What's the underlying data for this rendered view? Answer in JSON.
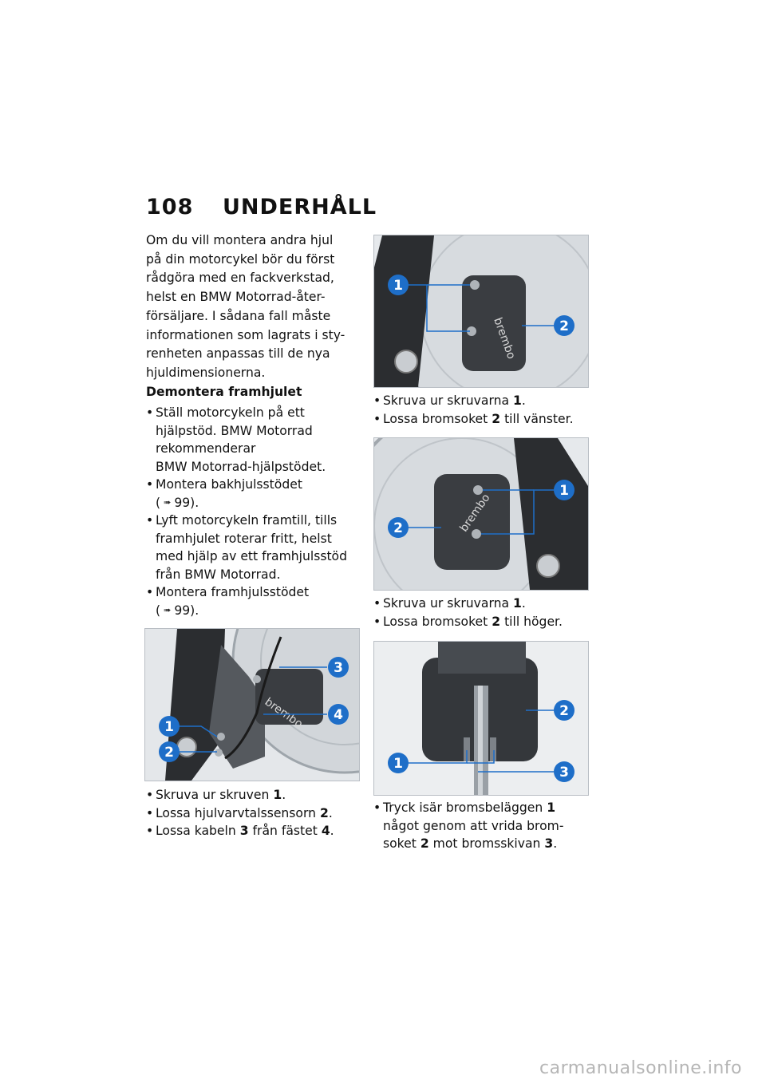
{
  "header": {
    "page_number": "108",
    "title": "UNDERHÅLL"
  },
  "intro": {
    "lines": [
      "Om du vill montera andra hjul",
      "på din motorcykel bör du först",
      "rådgöra med en fackverkstad,",
      "helst en BMW Motorrad-åter-",
      "försäljare. I sådana fall måste",
      "informationen som lagrats i sty-",
      "renheten anpassas till de nya",
      "hjuldimensionerna."
    ]
  },
  "section": {
    "title": "Demontera framhjulet"
  },
  "steps_left": {
    "s1": {
      "lines": [
        "Ställ motorcykeln på ett",
        "hjälpstöd. BMW Motorrad",
        "rekommenderar",
        "BMW Motorrad-hjälpstödet."
      ]
    },
    "s2": {
      "line1": "Montera bakhjulsstödet",
      "open": "(",
      "ref": "99).",
      "arrow": "➠"
    },
    "s3": {
      "lines": [
        "Lyft motorcykeln framtill, tills",
        "framhjulet roterar fritt, helst",
        "med hjälp av ett framhjulsstöd",
        "från BMW Motorrad."
      ]
    },
    "s4": {
      "line1": "Montera framhjulsstödet",
      "open": "(",
      "ref": "99).",
      "arrow": "➠"
    }
  },
  "fig1": {
    "callouts": [
      "1",
      "2",
      "3",
      "4"
    ],
    "brand": "brembo",
    "steps": [
      {
        "text": "Skruva ur skruven",
        "num": "1",
        "end": "."
      },
      {
        "text": "Lossa hjulvarvtalssensorn",
        "num": "2",
        "end": "."
      },
      {
        "text": "Lossa kabeln",
        "num": "3",
        "text2": "från fästet",
        "num2": "4",
        "end": "."
      }
    ]
  },
  "fig2": {
    "callouts": [
      "1",
      "2"
    ],
    "brand": "brembo",
    "steps": [
      {
        "text": "Skruva ur skruvarna",
        "num": "1",
        "end": "."
      },
      {
        "text": "Lossa bromsoket",
        "num": "2",
        "text2": "till vänster."
      }
    ]
  },
  "fig3": {
    "callouts": [
      "1",
      "2"
    ],
    "brand": "brembo",
    "steps": [
      {
        "text": "Skruva ur skruvarna",
        "num": "1",
        "end": "."
      },
      {
        "text": "Lossa bromsoket",
        "num": "2",
        "text2": "till höger."
      }
    ]
  },
  "fig4": {
    "callouts": [
      "1",
      "2",
      "3"
    ],
    "steps": {
      "line1": "Tryck isär bromsbeläggen",
      "num1": "1",
      "line2": "något genom att vrida brom-",
      "line3a": "soket",
      "num2": "2",
      "line3b": "mot bromsskivan",
      "num3": "3",
      "end": "."
    }
  },
  "watermark": "carmanualsonline.info",
  "colors": {
    "callout": "#1e6ec8",
    "caliper": "#3a3d41",
    "fork": "#2b2d30"
  }
}
